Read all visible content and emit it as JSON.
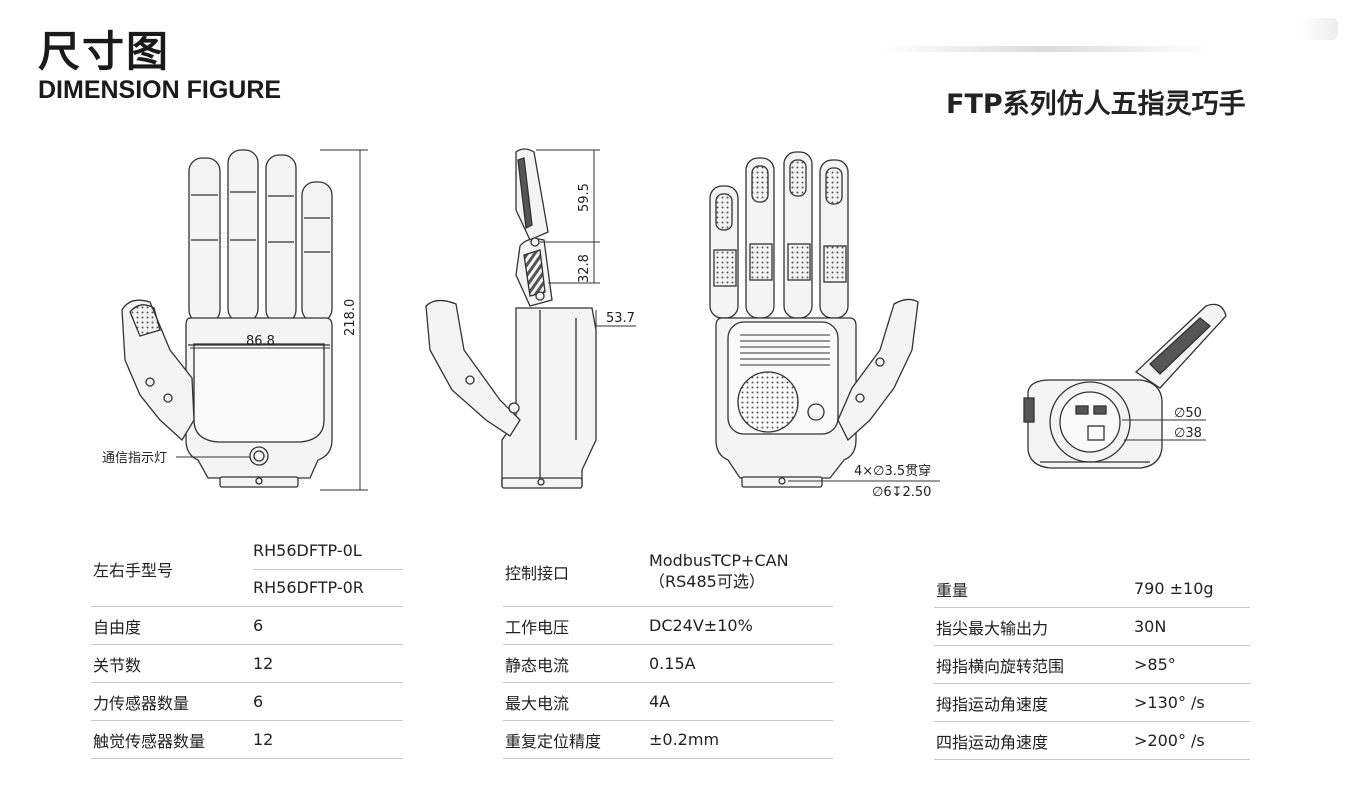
{
  "header": {
    "title_cn": "尺寸图",
    "title_en": "DIMENSION FIGURE",
    "series_title": "FTP系列仿人五指灵巧手"
  },
  "dimensions": {
    "front_width": "86.8",
    "front_height": "218.0",
    "side_finger_upper": "59.5",
    "side_finger_lower": "32.8",
    "side_depth": "53.7",
    "mount_hole_1": "4×∅3.5贯穿",
    "mount_hole_2": "∅6↧2.50",
    "flange_outer": "∅50",
    "flange_inner": "∅38",
    "indicator_label": "通信指示灯"
  },
  "spec_table_1": {
    "model_key": "左右手型号",
    "model_left": "RH56DFTP-0L",
    "model_right": "RH56DFTP-0R",
    "rows": [
      {
        "key": "自由度",
        "value": "6"
      },
      {
        "key": "关节数",
        "value": "12"
      },
      {
        "key": "力传感器数量",
        "value": "6"
      },
      {
        "key": "触觉传感器数量",
        "value": "12"
      }
    ]
  },
  "spec_table_2": {
    "interface_key": "控制接口",
    "interface_value_1": "ModbusTCP+CAN",
    "interface_value_2": "（RS485可选）",
    "rows": [
      {
        "key": "工作电压",
        "value": "DC24V±10%"
      },
      {
        "key": "静态电流",
        "value": "0.15A"
      },
      {
        "key": "最大电流",
        "value": "4A"
      },
      {
        "key": "重复定位精度",
        "value": "±0.2mm"
      }
    ]
  },
  "spec_table_3": {
    "rows": [
      {
        "key": "重量",
        "value": "790 ±10g"
      },
      {
        "key": "指尖最大输出力",
        "value": "30N"
      },
      {
        "key": "拇指横向旋转范围",
        "value": ">85°"
      },
      {
        "key": "拇指运动角速度",
        "value": ">130° /s"
      },
      {
        "key": "四指运动角速度",
        "value": ">200° /s"
      }
    ]
  },
  "colors": {
    "line": "#333333",
    "body_fill": "#f4f4f4",
    "dark_fill": "#555555"
  }
}
